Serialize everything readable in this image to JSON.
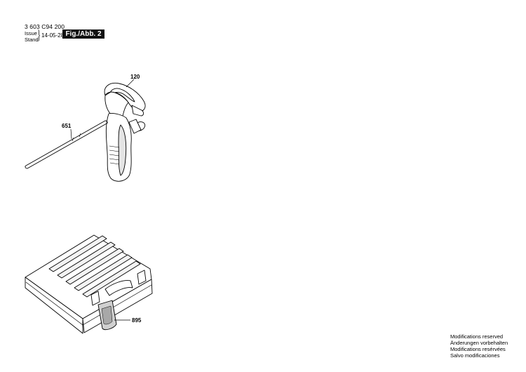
{
  "header": {
    "part_number": "3 603 C94 200",
    "issue_label": "Issue",
    "stand_label": "Stand",
    "date": "14-05-28",
    "figure_label": "Fig./Abb. 2"
  },
  "callouts": {
    "auxiliary_handle": "120",
    "depth_stop_rod": "651",
    "carrying_case": "895"
  },
  "footer": {
    "line1": "Modifications reserved",
    "line2": "Änderungen vorbehalten",
    "line3": "Modifications resérvées",
    "line4": "Salvo modificaciones"
  }
}
